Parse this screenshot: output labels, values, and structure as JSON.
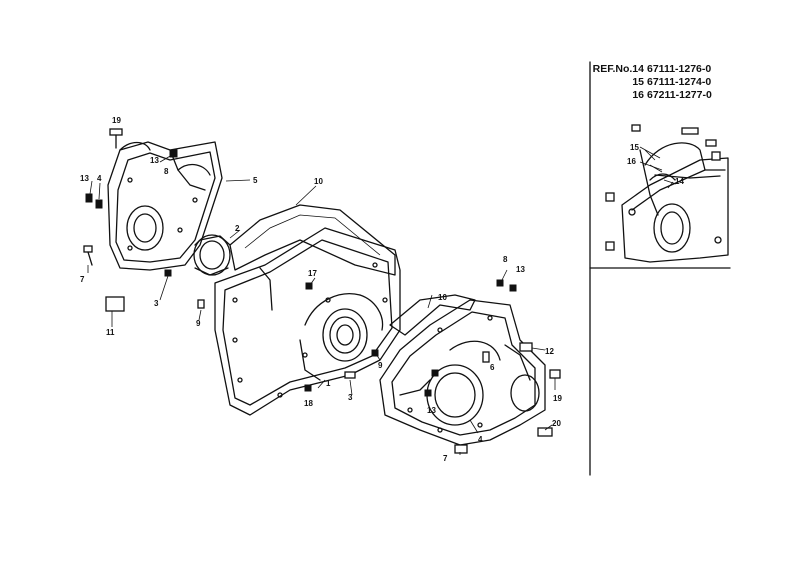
{
  "reference_table": {
    "rows": [
      {
        "ref": "REF.No.14",
        "part": "67111-1276-0"
      },
      {
        "ref": "15",
        "part": "67111-1274-0"
      },
      {
        "ref": "16",
        "part": "67211-1277-0"
      }
    ]
  },
  "callouts": {
    "c19a": "19",
    "c13a": "13",
    "c8a": "8",
    "c5": "5",
    "c13b": "13",
    "c4a": "4",
    "c2": "2",
    "c7a": "7",
    "c3a": "3",
    "c11": "11",
    "c9a": "9",
    "c10a": "10",
    "c17": "17",
    "c1": "1",
    "c18": "18",
    "c3b": "3",
    "c9b": "9",
    "c6": "6",
    "c13c": "13",
    "c10b": "10",
    "c12": "12",
    "c8b": "8",
    "c13d": "13",
    "c4b": "4",
    "c19b": "19",
    "c20": "20",
    "c7b": "7",
    "i15": "15",
    "i16": "16",
    "i14": "14"
  }
}
